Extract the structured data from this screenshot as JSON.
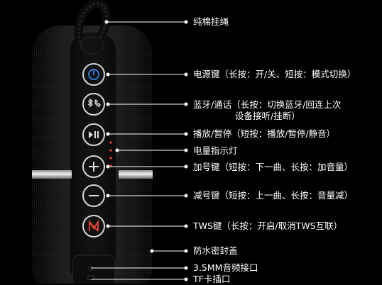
{
  "labels": {
    "rope": "纯棉挂绳",
    "power": "电源键（长按：开/关、短按：模式切换）",
    "bt_line1": "蓝牙/通话（长按：切换蓝牙/回连上次",
    "bt_line2": "设备接听/挂断）",
    "play": "播放/暂停（短按：播放/暂停/静音）",
    "led": "电量指示灯",
    "plus": "加号键（短按：下一曲、长按：加音量）",
    "minus": "减号键（短按：上一曲、长按：音量减）",
    "tws": "TWS键（长按：开启/取消TWS互联）",
    "cover": "防水密封盖",
    "jack": "3.5MM音频接口",
    "tf": "TF卡插口"
  },
  "colors": {
    "background": "#000000",
    "speaker_body": "#151515",
    "button_ring": "#d8d8d8",
    "power_icon": "#2b78d6",
    "tws_icon": "#e2422c",
    "led": "#ff3b1f",
    "callout_line": "#ffffff"
  },
  "icons": [
    "power-icon",
    "bluetooth-call-icon",
    "play-pause-icon",
    "plus-icon",
    "minus-icon",
    "tws-icon"
  ]
}
